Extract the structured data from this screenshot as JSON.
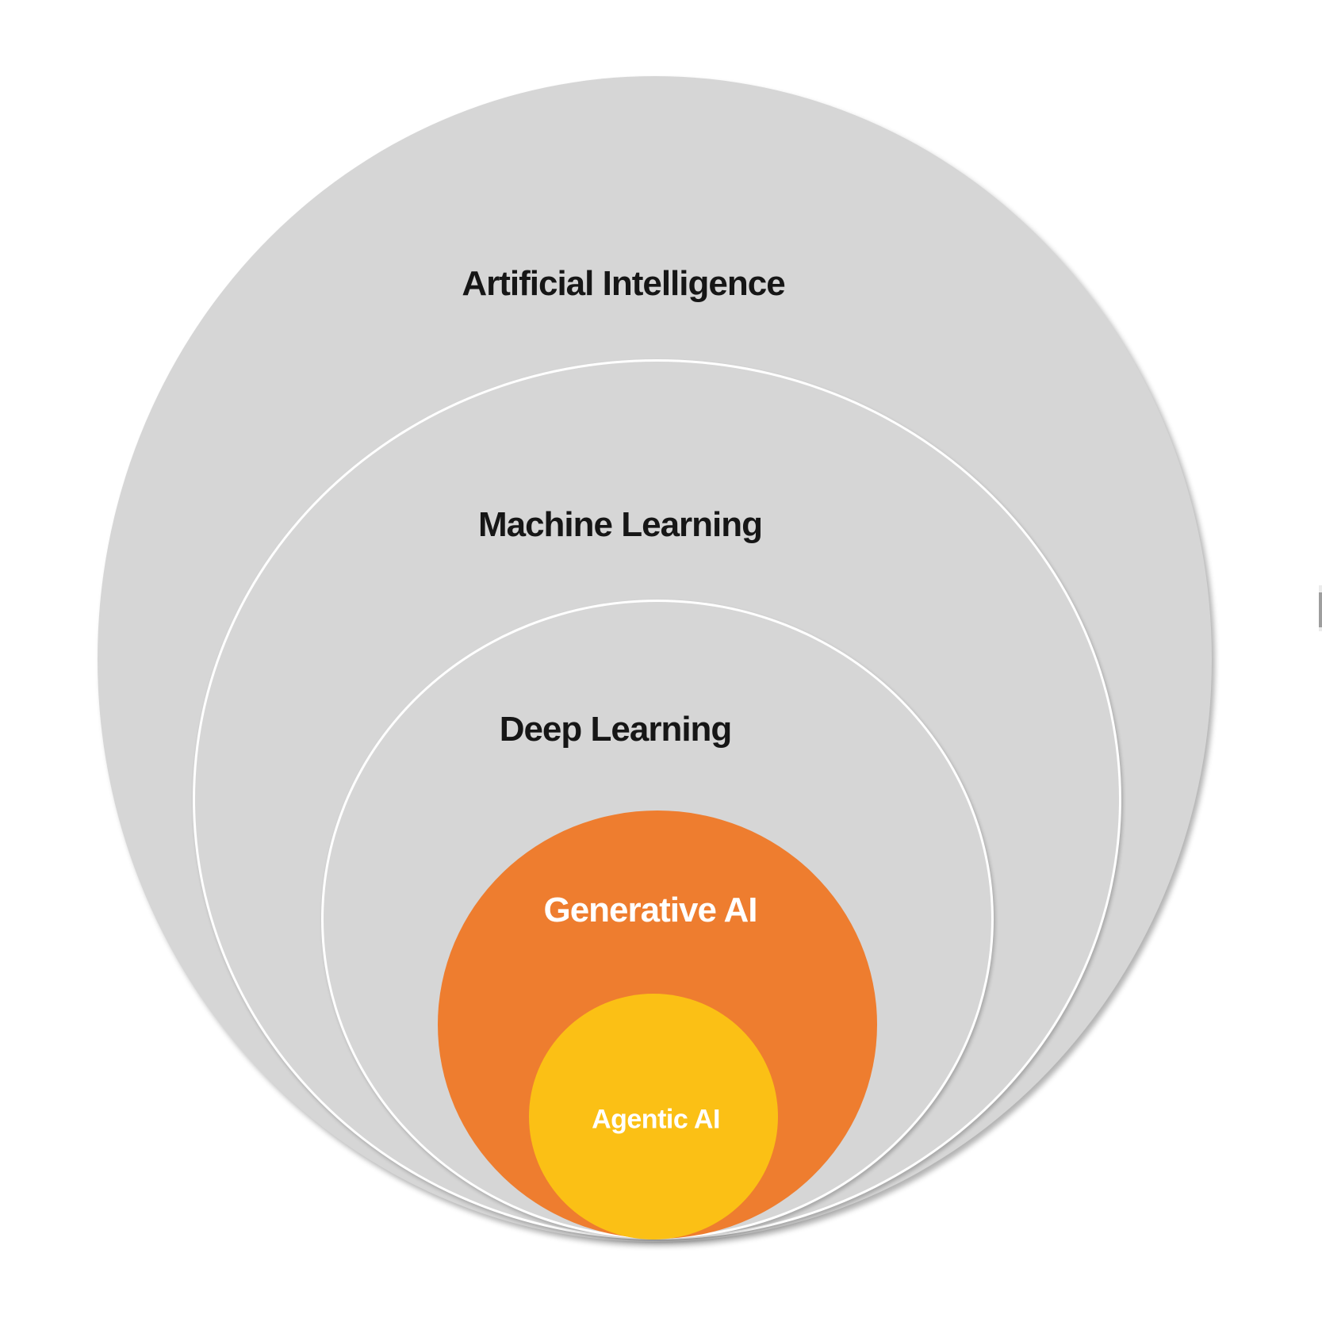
{
  "diagram": {
    "type": "nested-circles",
    "background": "#ffffff",
    "outline_color": "#ffffff",
    "layers": [
      {
        "label": "Artificial Intelligence",
        "fill": "#d6d6d6",
        "text_color": "#161616",
        "outlined": false
      },
      {
        "label": "Machine Learning",
        "fill": "#d6d6d6",
        "text_color": "#161616",
        "outlined": true
      },
      {
        "label": "Deep Learning",
        "fill": "#d6d6d6",
        "text_color": "#161616",
        "outlined": true
      },
      {
        "label": "Generative AI",
        "fill": "#ee7d2f",
        "text_color": "#ffffff",
        "outlined": false
      },
      {
        "label": "Agentic AI",
        "fill": "#fbc015",
        "text_color": "#ffffff",
        "outlined": false
      }
    ],
    "scrollbar": {
      "thumb_color": "#9e9e9e",
      "track_color": "#ececec"
    }
  }
}
